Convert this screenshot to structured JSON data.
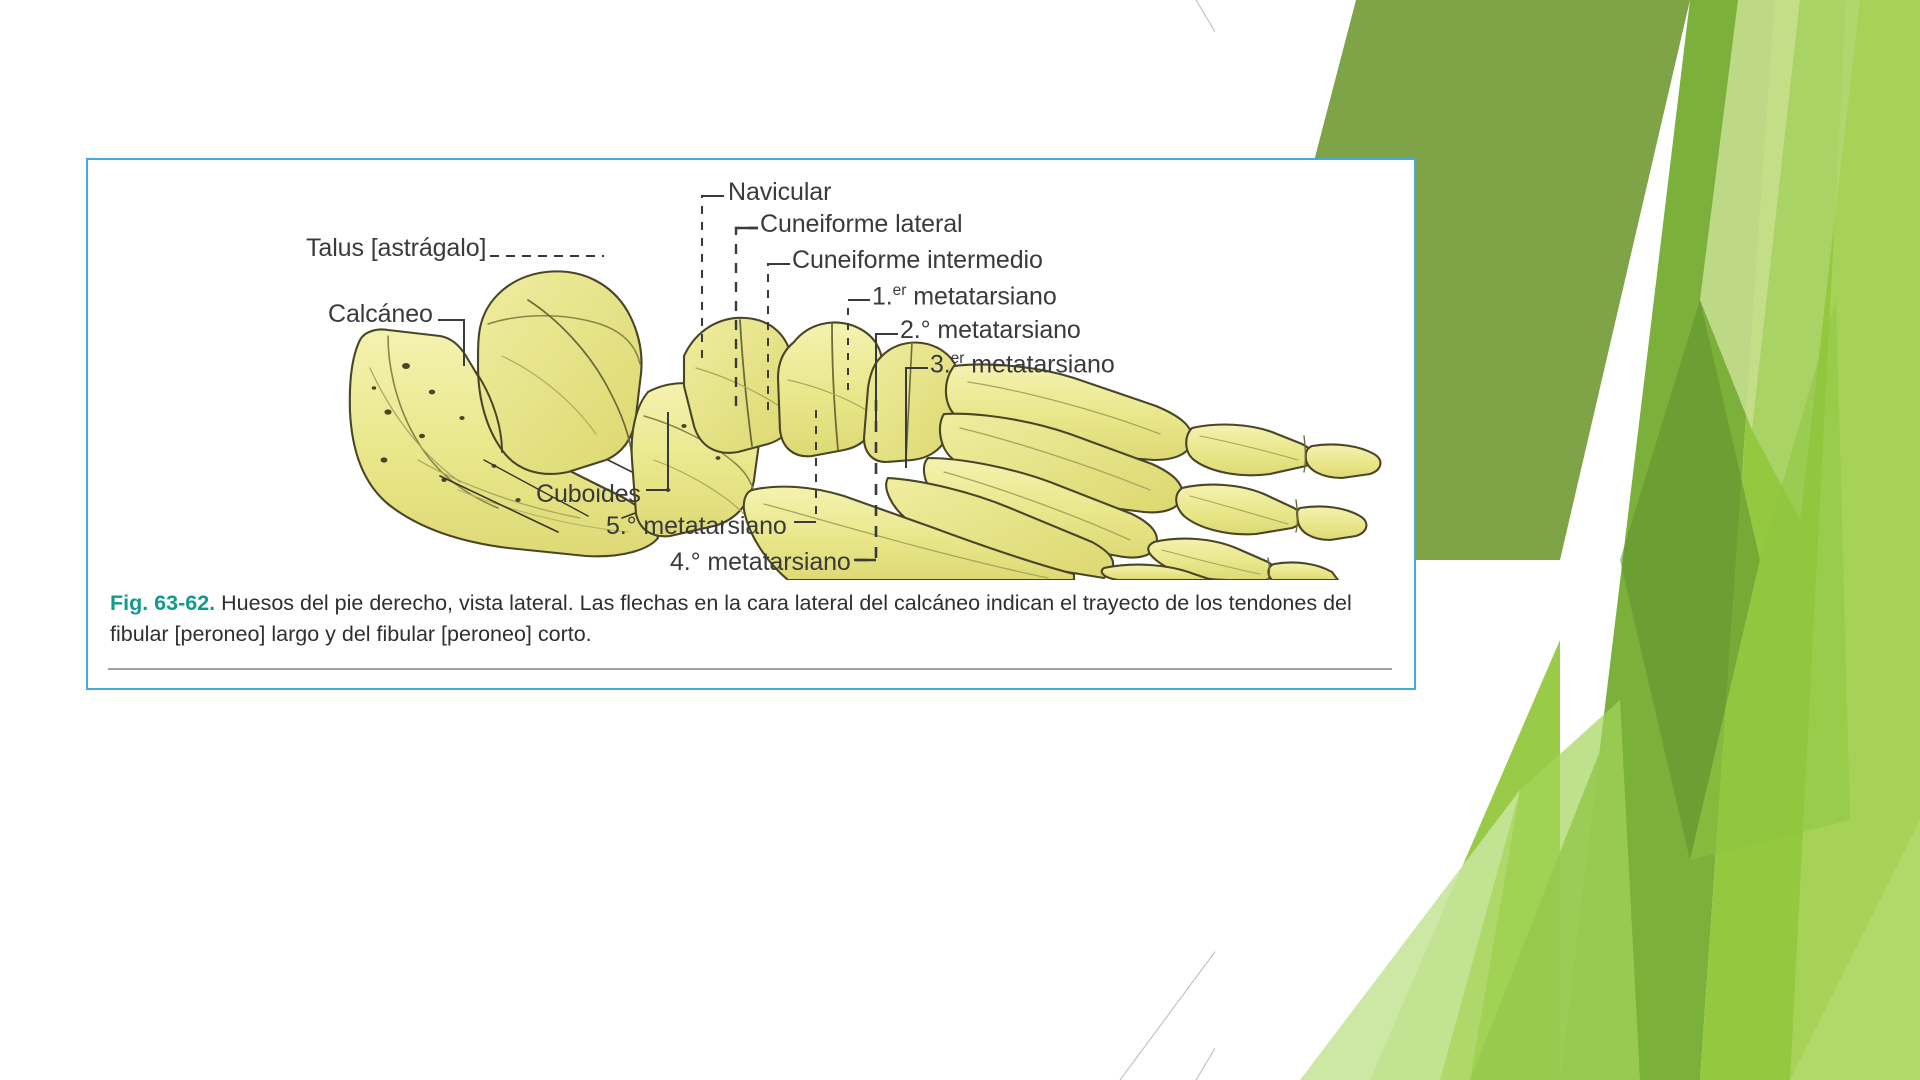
{
  "slide": {
    "background_color": "#ffffff",
    "theme_greens": [
      "#7aa23c",
      "#8cc63e",
      "#a5d45a",
      "#c3e08a",
      "#6b9a33",
      "#9ccc4e",
      "#b7dd78"
    ]
  },
  "figure_card": {
    "border_color": "#4aa8e0",
    "background": "#ffffff",
    "rule_color": "#9aa0a6"
  },
  "illustration": {
    "name": "bones-of-right-foot-lateral-view",
    "bone_fill": "#e9e88a",
    "bone_fill_light": "#f2f0aa",
    "bone_outline": "#4a4526",
    "shade": "#c9c66e"
  },
  "labels": [
    {
      "id": "talus",
      "text": "Talus [astrágalo]",
      "leader": "dashed"
    },
    {
      "id": "calcaneo",
      "text": "Calcáneo",
      "leader": "bracket"
    },
    {
      "id": "navicular",
      "text": "Navicular",
      "leader": "bracket-dashed"
    },
    {
      "id": "cuneiforme-lateral",
      "text": "Cuneiforme lateral",
      "leader": "bracket-dashed"
    },
    {
      "id": "cuneiforme-intermedio",
      "text": "Cuneiforme intermedio",
      "leader": "bracket-dashed"
    },
    {
      "id": "metatarsiano-1",
      "text": "1.er metatarsiano",
      "num": "1.",
      "ord": "er",
      "rest": " metatarsiano",
      "leader": "bracket-dashed"
    },
    {
      "id": "metatarsiano-2",
      "text": "2.° metatarsiano",
      "num": "2.°",
      "ord": "",
      "rest": " metatarsiano",
      "leader": "bracket"
    },
    {
      "id": "metatarsiano-3",
      "text": "3.er metatarsiano",
      "num": "3.",
      "ord": "er",
      "rest": " metatarsiano",
      "leader": "bracket"
    },
    {
      "id": "cuboides",
      "text": "Cuboides",
      "leader": "bracket"
    },
    {
      "id": "metatarsiano-5",
      "text": "5.° metatarsiano",
      "num": "5.°",
      "ord": "",
      "rest": " metatarsiano",
      "leader": "bracket-dashed"
    },
    {
      "id": "metatarsiano-4",
      "text": "4.° metatarsiano",
      "num": "4.°",
      "ord": "",
      "rest": " metatarsiano",
      "leader": "bracket-dashed"
    }
  ],
  "label_text": {
    "talus": "Talus [astrágalo]",
    "calcaneo": "Calcáneo",
    "navicular": "Navicular",
    "cuneiforme_lateral": "Cuneiforme lateral",
    "cuneiforme_intermedio": "Cuneiforme intermedio",
    "met1_num": "1.",
    "met1_sup": "er",
    "met1_rest": " metatarsiano",
    "met2_num": "2.° ",
    "met2_rest": "metatarsiano",
    "met3_num": "3.",
    "met3_sup": "er",
    "met3_rest": " metatarsiano",
    "cuboides": "Cuboides",
    "met5_num": "5.° ",
    "met5_rest": "metatarsiano",
    "met4_num": "4.° ",
    "met4_rest": "metatarsiano"
  },
  "caption": {
    "figure_number": "Fig. 63-62.",
    "figure_number_color": "#0f9b8e",
    "body": " Huesos del pie derecho, vista lateral. Las flechas en la cara lateral del calcáneo indican el trayecto de los tendones del fibular [peroneo] largo y del fibular [peroneo] corto."
  }
}
